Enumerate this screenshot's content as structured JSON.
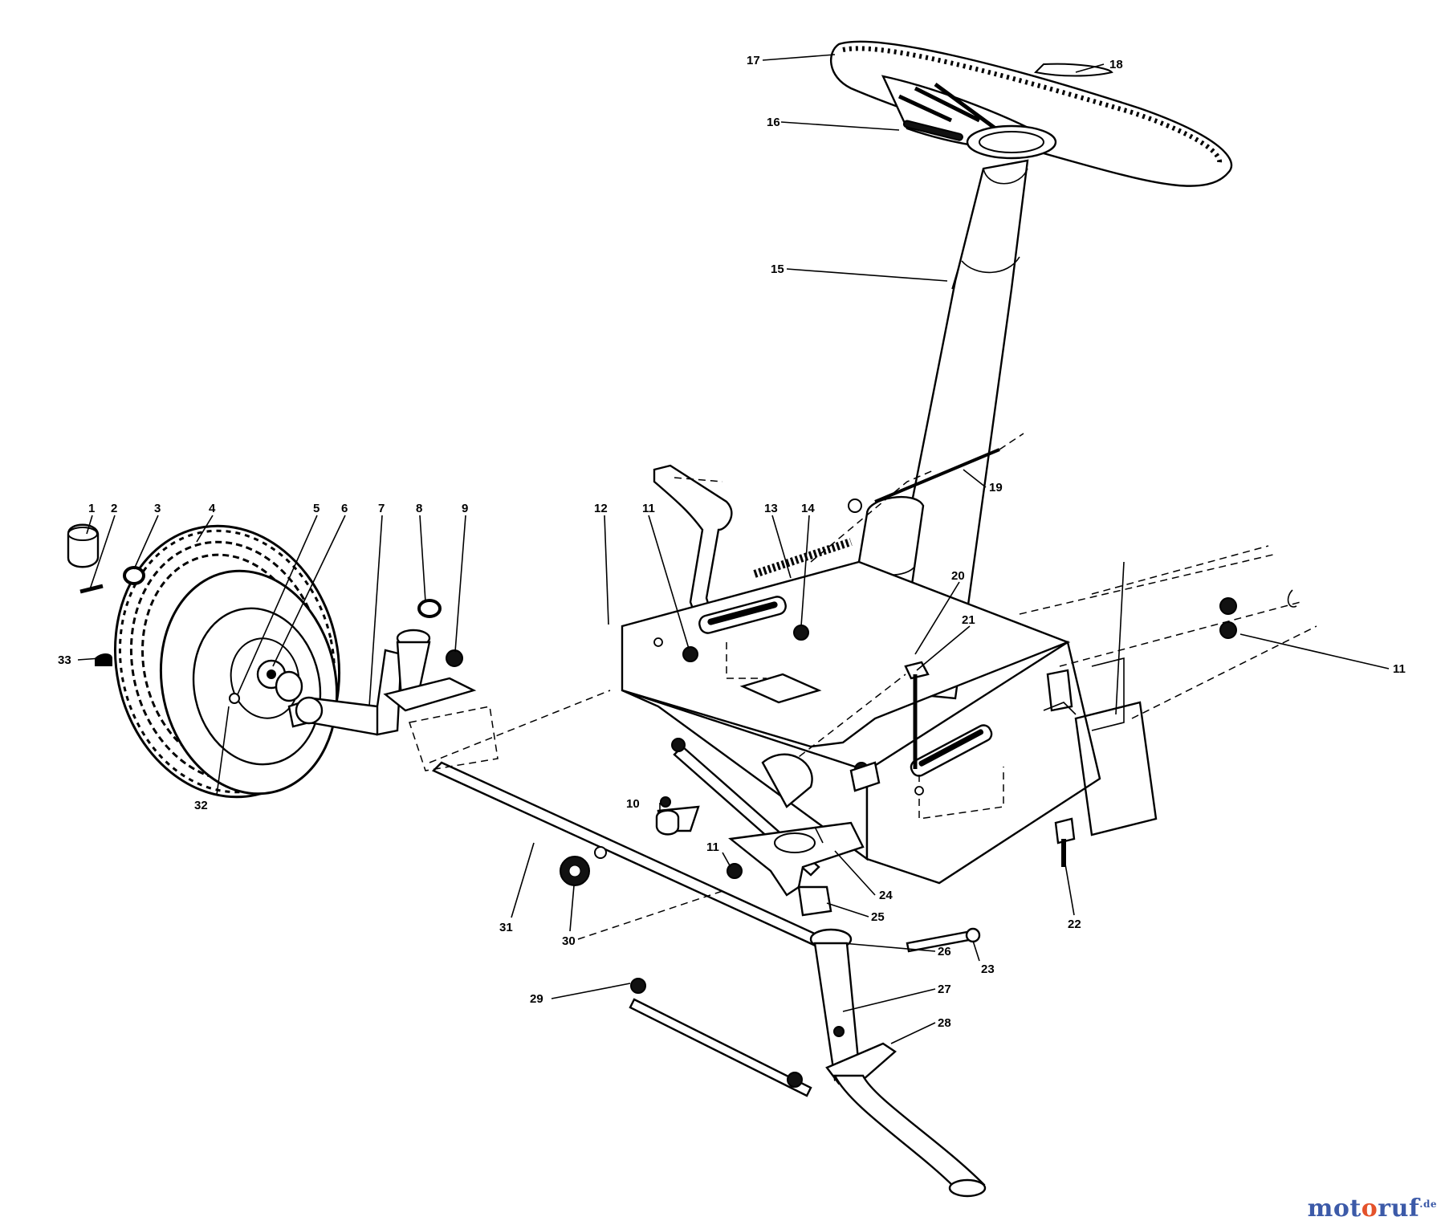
{
  "labels": [
    {
      "id": "1",
      "text": "1"
    },
    {
      "id": "2",
      "text": "2"
    },
    {
      "id": "3",
      "text": "3"
    },
    {
      "id": "4",
      "text": "4"
    },
    {
      "id": "5",
      "text": "5"
    },
    {
      "id": "6",
      "text": "6"
    },
    {
      "id": "7",
      "text": "7"
    },
    {
      "id": "8",
      "text": "8"
    },
    {
      "id": "9",
      "text": "9"
    },
    {
      "id": "10",
      "text": "10"
    },
    {
      "id": "11a",
      "text": "11"
    },
    {
      "id": "11b",
      "text": "11"
    },
    {
      "id": "11c",
      "text": "11"
    },
    {
      "id": "12",
      "text": "12"
    },
    {
      "id": "13",
      "text": "13"
    },
    {
      "id": "14",
      "text": "14"
    },
    {
      "id": "15",
      "text": "15"
    },
    {
      "id": "16",
      "text": "16"
    },
    {
      "id": "17",
      "text": "17"
    },
    {
      "id": "18",
      "text": "18"
    },
    {
      "id": "19",
      "text": "19"
    },
    {
      "id": "20",
      "text": "20"
    },
    {
      "id": "21",
      "text": "21"
    },
    {
      "id": "22",
      "text": "22"
    },
    {
      "id": "23",
      "text": "23"
    },
    {
      "id": "24",
      "text": "24"
    },
    {
      "id": "25",
      "text": "25"
    },
    {
      "id": "26",
      "text": "26"
    },
    {
      "id": "27",
      "text": "27"
    },
    {
      "id": "28",
      "text": "28"
    },
    {
      "id": "29",
      "text": "29"
    },
    {
      "id": "30",
      "text": "30"
    },
    {
      "id": "31",
      "text": "31"
    },
    {
      "id": "32",
      "text": "32"
    },
    {
      "id": "33",
      "text": "33"
    }
  ],
  "watermark": {
    "part1": "mot",
    "part2": "o",
    "part3": "ruf",
    "suffix": ".de"
  }
}
